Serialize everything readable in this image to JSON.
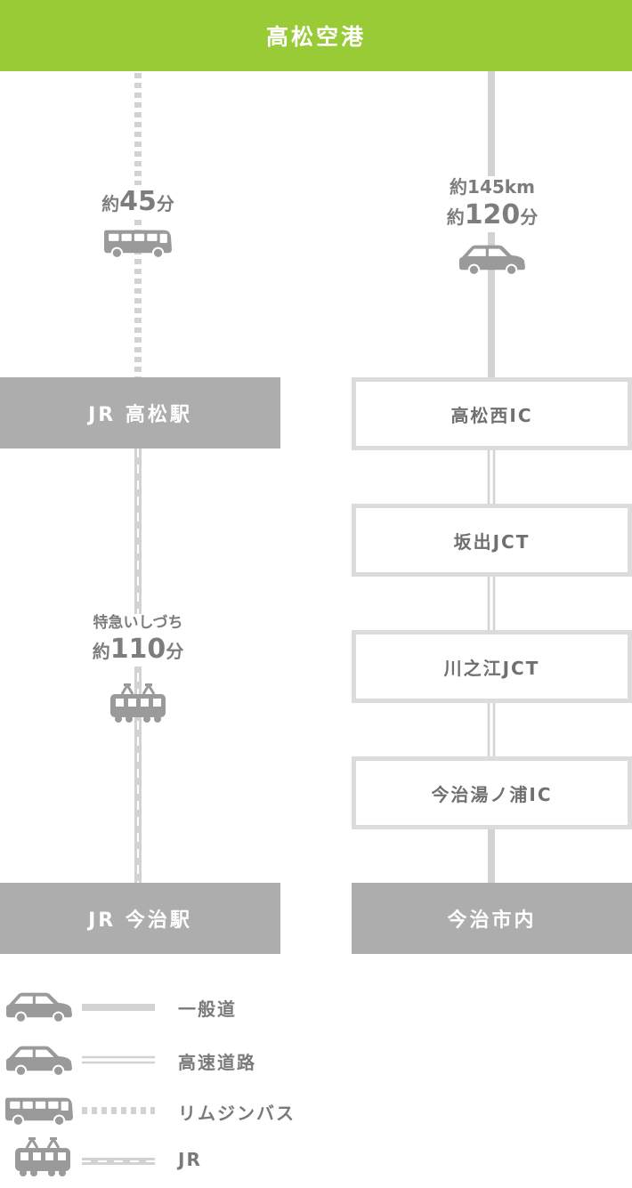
{
  "header": {
    "title": "高松空港"
  },
  "left_route": {
    "bus": {
      "prefix": "約",
      "minutes": "45",
      "unit": "分"
    },
    "station1": "JR 高松駅",
    "train": {
      "name": "特急いしづち",
      "prefix": "約",
      "minutes": "110",
      "unit": "分"
    },
    "station2": "JR 今治駅"
  },
  "right_route": {
    "car": {
      "distance": "約145km",
      "prefix": "約",
      "minutes": "120",
      "unit": "分"
    },
    "points": [
      "高松西IC",
      "坂出JCT",
      "川之江JCT",
      "今治湯ノ浦IC"
    ],
    "destination": "今治市内"
  },
  "legend": [
    {
      "icon": "car-icon",
      "line": "solid",
      "label": "一般道"
    },
    {
      "icon": "car-icon",
      "line": "double",
      "label": "高速道路"
    },
    {
      "icon": "bus-icon",
      "line": "dotted",
      "label": "リムジンバス"
    },
    {
      "icon": "train-icon",
      "line": "dashed",
      "label": "JR"
    }
  ],
  "colors": {
    "header": "#98cb35",
    "box": "#adadad",
    "line": "#d2d2d2",
    "icon": "#9a9a9a"
  }
}
